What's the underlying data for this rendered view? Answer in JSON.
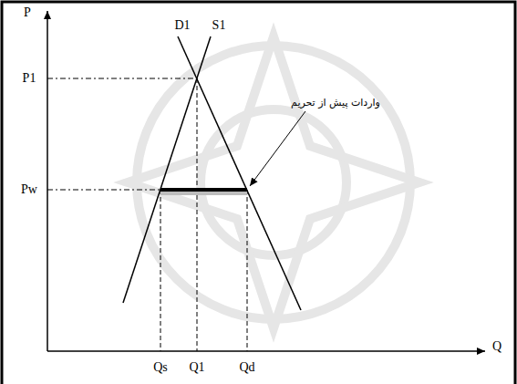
{
  "diagram": {
    "labels": [
      "P",
      "D1",
      "S1",
      "P1",
      "واردات پیش از تحریم",
      "Pw",
      "Q",
      "Qs",
      "Q1",
      "Qd"
    ]
  }
}
